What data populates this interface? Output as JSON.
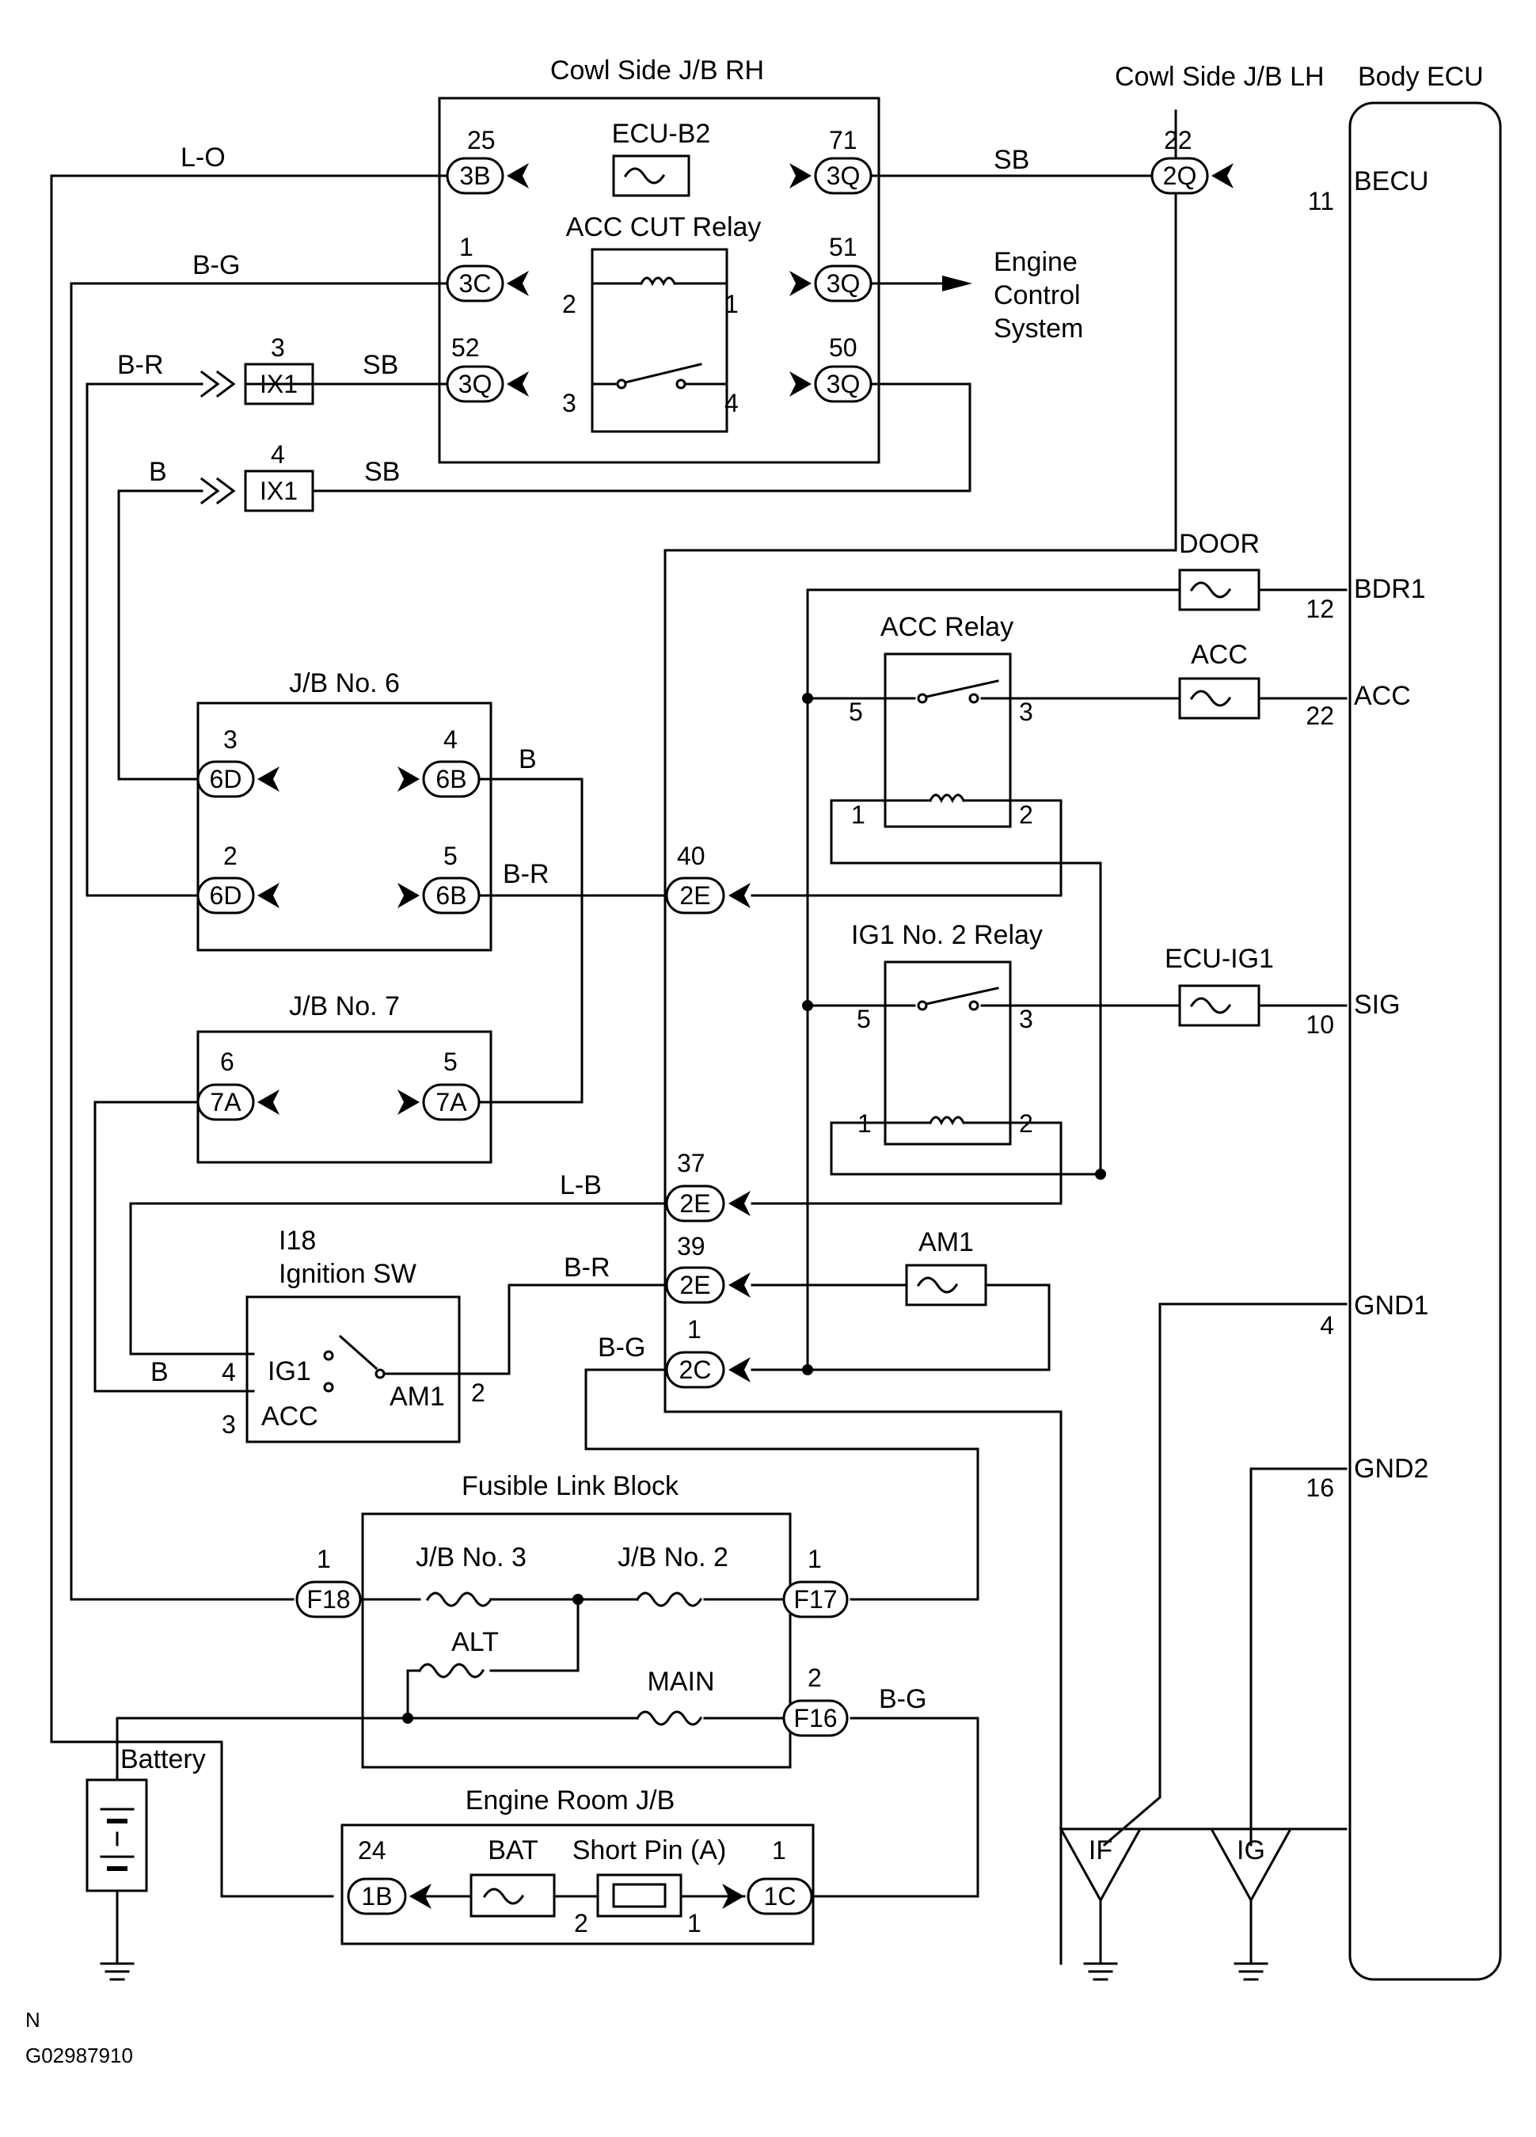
{
  "boxes": {
    "cowl_rh": "Cowl Side J/B RH",
    "cowl_lh": "Cowl Side J/B LH",
    "body_ecu": "Body ECU",
    "jb6": "J/B No. 6",
    "jb7": "J/B No. 7",
    "ign_id": "I18",
    "ign_sw": "Ignition SW",
    "flb": "Fusible Link Block",
    "erjb": "Engine Room J/B",
    "battery": "Battery",
    "acc_relay": "ACC Relay",
    "ig1_relay": "IG1 No. 2 Relay",
    "acc_cut": "ACC CUT Relay"
  },
  "fuses": {
    "ecu_b2": "ECU-B2",
    "door": "DOOR",
    "acc": "ACC",
    "ecu_ig1": "ECU-IG1",
    "am1": "AM1",
    "jb3": "J/B No. 3",
    "jb2": "J/B No. 2",
    "alt": "ALT",
    "main": "MAIN",
    "bat": "BAT",
    "short_pin": "Short Pin (A)"
  },
  "engine": [
    "Engine",
    "Control",
    "System"
  ],
  "ecu_terms": {
    "becu": "BECU",
    "becu_pin": "11",
    "bdr1": "BDR1",
    "bdr1_pin": "12",
    "acc": "ACC",
    "acc_pin": "22",
    "sig": "SIG",
    "sig_pin": "10",
    "gnd1": "GND1",
    "gnd1_pin": "4",
    "gnd2": "GND2",
    "gnd2_pin": "16"
  },
  "wires": {
    "lo": "L-O",
    "sb1": "SB",
    "bg1": "B-G",
    "br1": "B-R",
    "sb2": "SB",
    "b1": "B",
    "sb3": "SB",
    "b_jb6": "B",
    "br_jb6": "B-R",
    "lb": "L-B",
    "br_ign": "B-R",
    "bg_2c": "B-G",
    "b_ign": "B",
    "bg_f16": "B-G"
  },
  "connectors": {
    "c3b": "3B",
    "c3q_71": "3Q",
    "c3c": "3C",
    "c3q_51": "3Q",
    "c3q_52": "3Q",
    "c3q_50": "3Q",
    "c2q": "2Q",
    "ix1_3": "IX1",
    "ix1_4": "IX1",
    "c6d_3": "6D",
    "c6b_4": "6B",
    "c6d_2": "6D",
    "c6b_5": "6B",
    "c7a_6": "7A",
    "c7a_5": "7A",
    "c2e_40": "2E",
    "c2e_37": "2E",
    "c2e_39": "2E",
    "c2c": "2C",
    "f18": "F18",
    "f17": "F17",
    "f16": "F16",
    "c1b": "1B",
    "c1c": "1C"
  },
  "pins": {
    "p25": "25",
    "p71": "71",
    "p1_3c": "1",
    "p51": "51",
    "p52": "52",
    "p50": "50",
    "p22_2q": "22",
    "p3_ix1": "3",
    "p4_ix1": "4",
    "r_acccut_2": "2",
    "r_acccut_1": "1",
    "r_acccut_3": "3",
    "r_acccut_4": "4",
    "p3_6d": "3",
    "p4_6b": "4",
    "p2_6d": "2",
    "p5_6b": "5",
    "p6_7a": "6",
    "p5_7a": "5",
    "p40": "40",
    "p37": "37",
    "p39": "39",
    "p1_2c": "1",
    "acc_r5": "5",
    "acc_r3": "3",
    "acc_r1": "1",
    "acc_r2": "2",
    "ig_r5": "5",
    "ig_r3": "3",
    "ig_r1": "1",
    "ig_r2": "2",
    "ign_4": "4",
    "ign_2": "2",
    "ign_3": "3",
    "f18_1": "1",
    "f17_1": "1",
    "f16_2": "2",
    "b24": "24",
    "c1": "1",
    "sp2": "2",
    "sp1": "1"
  },
  "ign_terms": {
    "ig1": "IG1",
    "acc": "ACC",
    "am1": "AM1"
  },
  "grounds": {
    "if": "IF",
    "ig": "IG"
  },
  "footer": {
    "n": "N",
    "code": "G02987910"
  }
}
